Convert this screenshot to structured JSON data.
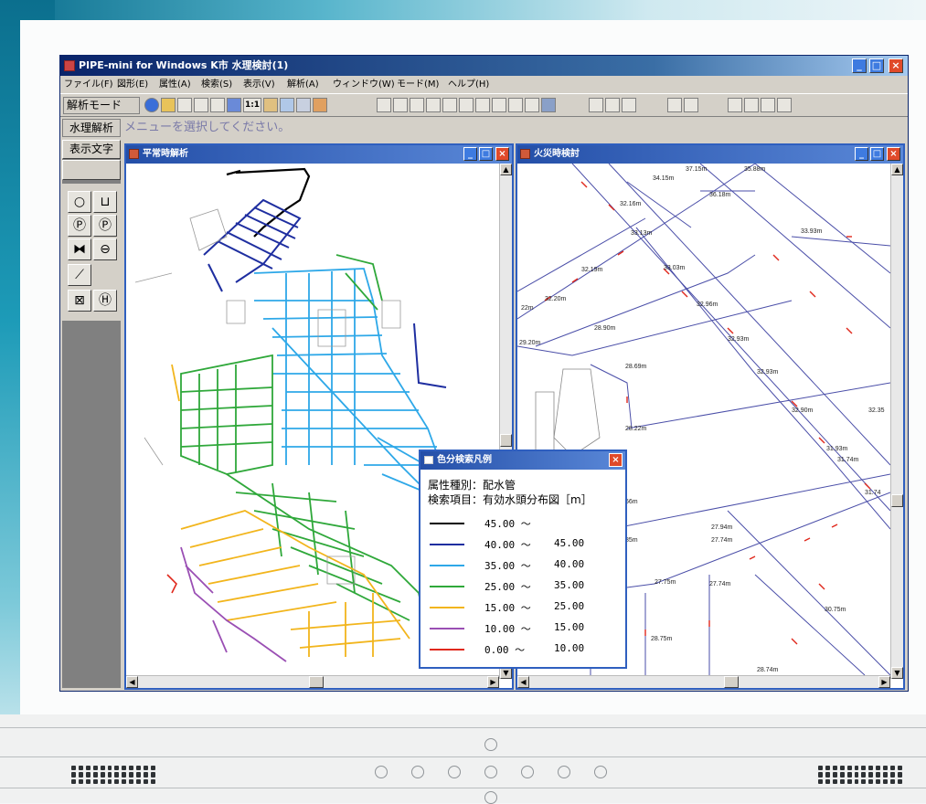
{
  "window": {
    "title": "PIPE-mini for Windows K市  水理検討(1)",
    "min": "_",
    "max": "□",
    "close": "×"
  },
  "menu": [
    "ファイル(F)",
    "図形(E)",
    "属性(A)",
    "検索(S)",
    "表示(V)",
    "解析(A)",
    "ウィンドウ(W)",
    "モード(M)",
    "ヘルプ(H)"
  ],
  "toolbar": {
    "mode_label": "解析モード",
    "zoom_label": "1:1"
  },
  "command": {
    "label": "水理解析",
    "message": "メニューを選択してください。"
  },
  "left_panel": {
    "display_text": "表示文字",
    "tools": [
      "○",
      "⊔",
      "Ⓟ",
      "Ⓟ",
      "⧓",
      "⊖",
      "⟋",
      "",
      "⊠",
      "Ⓗ"
    ]
  },
  "child_windows": {
    "normal": {
      "title": "平常時解析"
    },
    "fire": {
      "title": "火災時検討",
      "labels": [
        "34.15m",
        "37.15m",
        "35.88m",
        "36.18m",
        "32.16m",
        "33.13m",
        "33.93m",
        "32.19m",
        "33.03m",
        "32.20m",
        "22m",
        "32.96m",
        "28.90m",
        "29.20m",
        "32.93m",
        "28.69m",
        "32.93m",
        "32.90m",
        "28.22m",
        "32.35",
        "31.93m",
        "31.74m",
        "31.74",
        "66m",
        "27.94m",
        "85m",
        "27.74m",
        "27.75m",
        "27.74m",
        "30.75m",
        "28.75m",
        "28.74m"
      ]
    }
  },
  "legend": {
    "title": "色分検索凡例",
    "attribute_line": "属性種別：配水管",
    "item_line": "検索項目：有効水頭分布図［m］",
    "rows": [
      {
        "color": "#000000",
        "low": "45.00 ～",
        "high": ""
      },
      {
        "color": "#1e2ea0",
        "low": "40.00 ～",
        "high": "45.00"
      },
      {
        "color": "#2ea8e8",
        "low": "35.00 ～",
        "high": "40.00"
      },
      {
        "color": "#2fa83a",
        "low": "25.00 ～",
        "high": "35.00"
      },
      {
        "color": "#f2b51c",
        "low": "15.00 ～",
        "high": "25.00"
      },
      {
        "color": "#9a4fb4",
        "low": "10.00 ～",
        "high": "15.00"
      },
      {
        "color": "#e0281c",
        "low": "0.00 ～",
        "high": "10.00"
      }
    ]
  }
}
